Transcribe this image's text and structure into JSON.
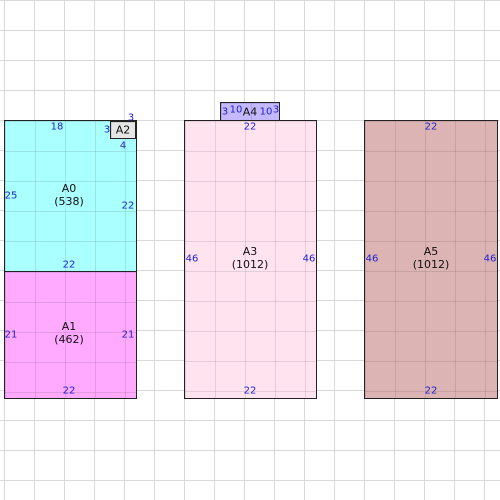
{
  "colors": {
    "A0": "#aaffff",
    "A1": "#ffaaff",
    "A2": "#e6e6e6",
    "A3": "#ffe4ef",
    "A4": "#c4b8ff",
    "A5": "#dcb4b4",
    "dimension_text": "#2222cc"
  },
  "rects": {
    "A0": {
      "name": "A0",
      "area": "(538)",
      "top": "18",
      "left": "25",
      "right": "22",
      "bottom": "22"
    },
    "A1": {
      "name": "A1",
      "area": "(462)",
      "left": "21",
      "right": "21",
      "bottom": "22"
    },
    "A2": {
      "name": "A2",
      "top": "3",
      "left": "3",
      "bottom": "4"
    },
    "A3": {
      "name": "A3",
      "area": "(1012)",
      "top": "22",
      "left": "46",
      "right": "46",
      "bottom": "22"
    },
    "A4": {
      "name": "A4",
      "left_a": "3",
      "left_b": "10",
      "right_a": "10",
      "right_b": "3"
    },
    "A5": {
      "name": "A5",
      "area": "(1012)",
      "top": "22",
      "left": "46",
      "right": "46",
      "bottom": "22"
    }
  }
}
